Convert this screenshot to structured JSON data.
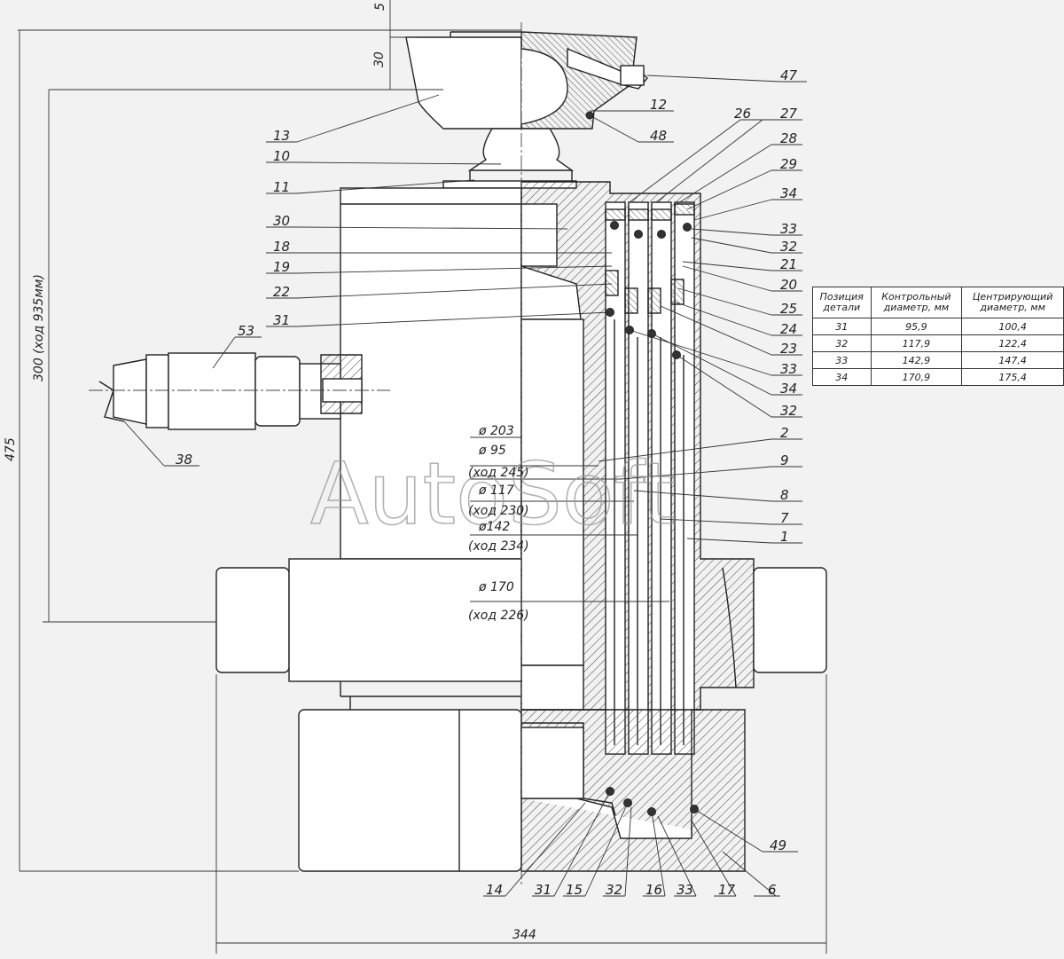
{
  "watermark": "AutoSoft",
  "callouts": [
    {
      "id": "c47",
      "text": "47"
    },
    {
      "id": "c12",
      "text": "12"
    },
    {
      "id": "c48",
      "text": "48"
    },
    {
      "id": "c13",
      "text": "13"
    },
    {
      "id": "c10",
      "text": "10"
    },
    {
      "id": "c11",
      "text": "11"
    },
    {
      "id": "c26",
      "text": "26"
    },
    {
      "id": "c27",
      "text": "27"
    },
    {
      "id": "c28",
      "text": "28"
    },
    {
      "id": "c29",
      "text": "29"
    },
    {
      "id": "c34a",
      "text": "34"
    },
    {
      "id": "c33a",
      "text": "33"
    },
    {
      "id": "c32a",
      "text": "32"
    },
    {
      "id": "c21",
      "text": "21"
    },
    {
      "id": "c20",
      "text": "20"
    },
    {
      "id": "c25",
      "text": "25"
    },
    {
      "id": "c24",
      "text": "24"
    },
    {
      "id": "c23",
      "text": "23"
    },
    {
      "id": "c33b",
      "text": "33"
    },
    {
      "id": "c34b",
      "text": "34"
    },
    {
      "id": "c32b",
      "text": "32"
    },
    {
      "id": "c30",
      "text": "30"
    },
    {
      "id": "c18",
      "text": "18"
    },
    {
      "id": "c19",
      "text": "19"
    },
    {
      "id": "c22",
      "text": "22"
    },
    {
      "id": "c31a",
      "text": "31"
    },
    {
      "id": "c53",
      "text": "53"
    },
    {
      "id": "c38",
      "text": "38"
    },
    {
      "id": "c2",
      "text": "2"
    },
    {
      "id": "c9",
      "text": "9"
    },
    {
      "id": "c8",
      "text": "8"
    },
    {
      "id": "c7",
      "text": "7"
    },
    {
      "id": "c1",
      "text": "1"
    },
    {
      "id": "c49",
      "text": "49"
    },
    {
      "id": "c14",
      "text": "14"
    },
    {
      "id": "c31b",
      "text": "31"
    },
    {
      "id": "c15",
      "text": "15"
    },
    {
      "id": "c32c",
      "text": "32"
    },
    {
      "id": "c16",
      "text": "16"
    },
    {
      "id": "c33c",
      "text": "33"
    },
    {
      "id": "c17",
      "text": "17"
    },
    {
      "id": "c6",
      "text": "6"
    }
  ],
  "dimensions": {
    "d5": "5",
    "d30": "30",
    "d475": "475",
    "d300": "300 (ход 935мм)",
    "d344": "344",
    "dia203": "ø 203",
    "dia95": "ø 95",
    "stroke245": "(ход 245)",
    "dia117": "ø 117",
    "stroke230": "(ход 230)",
    "dia142": "ø142",
    "stroke234": "(ход 234)",
    "dia170": "ø 170",
    "stroke226": "(ход 226)"
  },
  "table": {
    "headers": [
      "Позиция детали",
      "Контрольный диаметр, мм",
      "Центрирующий диаметр, мм"
    ],
    "rows": [
      [
        "31",
        "95,9",
        "100,4"
      ],
      [
        "32",
        "117,9",
        "122,4"
      ],
      [
        "33",
        "142,9",
        "147,4"
      ],
      [
        "34",
        "170,9",
        "175,4"
      ]
    ]
  }
}
